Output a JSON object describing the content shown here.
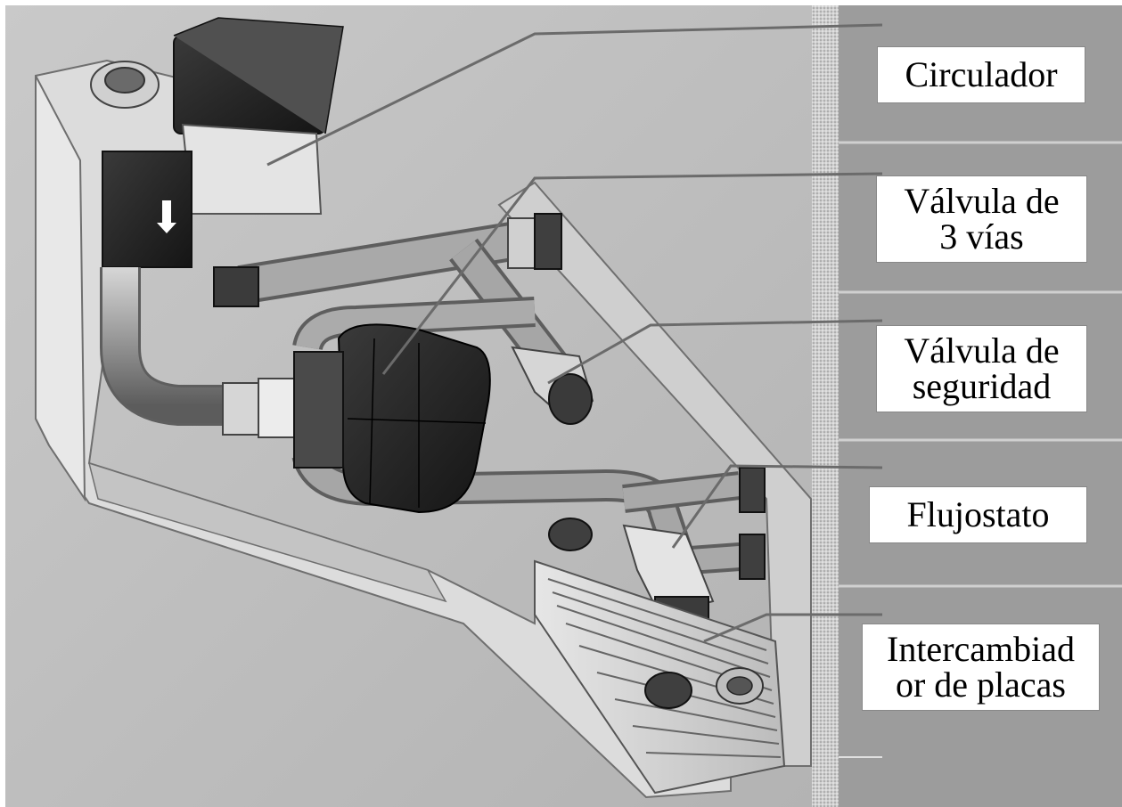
{
  "labels": {
    "circulador": [
      "Circulador"
    ],
    "valvula_3_vias": [
      "Válvula de",
      "3 vías"
    ],
    "valvula_seguridad": [
      "Válvula de",
      "seguridad"
    ],
    "flujostato": [
      "Flujostato"
    ],
    "intercambiador": [
      "Intercambiad",
      "or de placas"
    ]
  }
}
